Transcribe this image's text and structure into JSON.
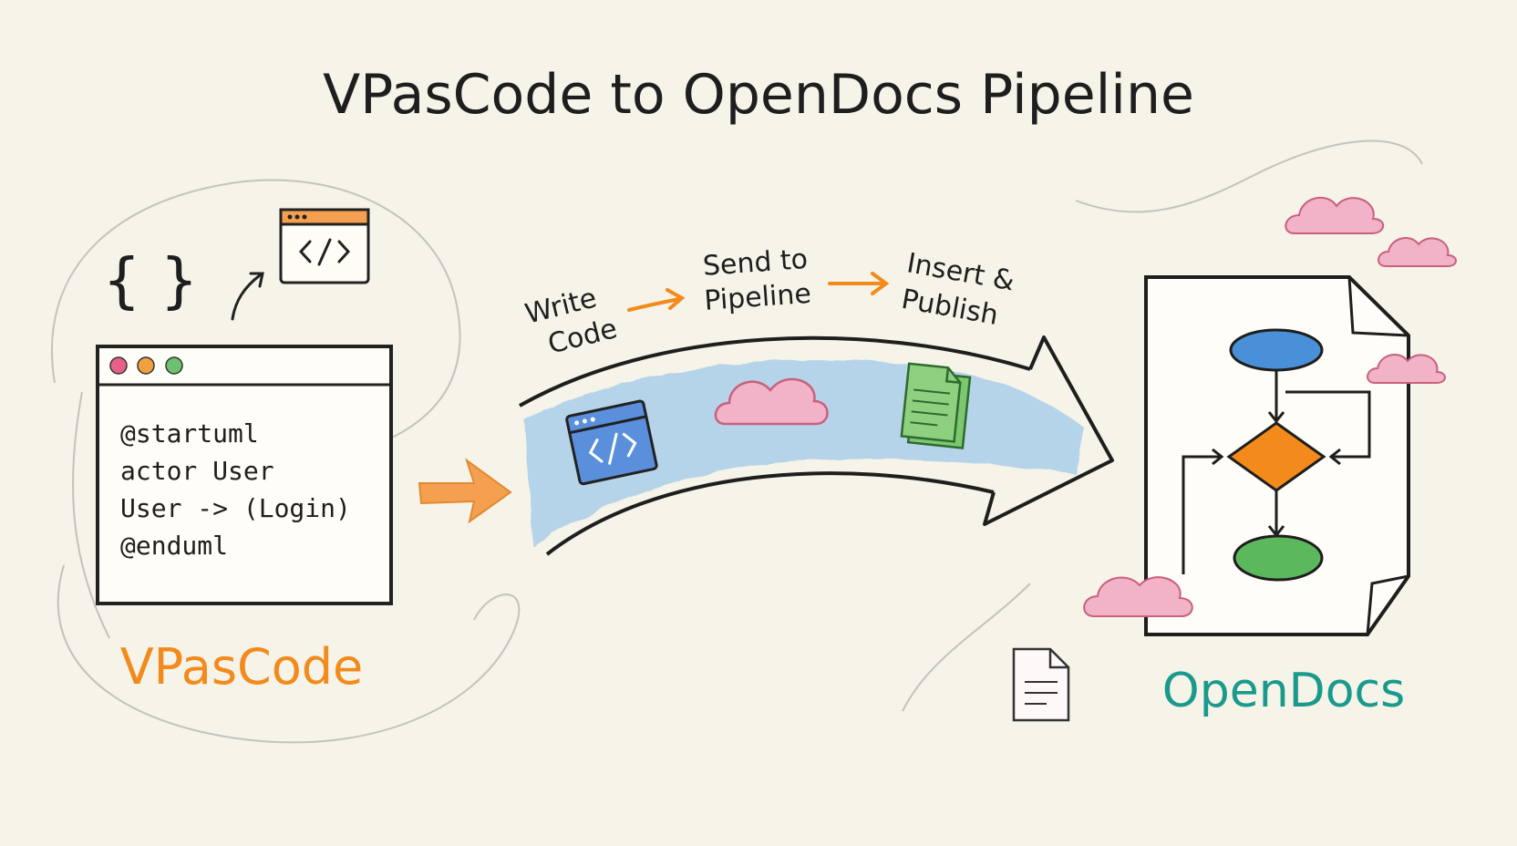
{
  "title": "VPasCode to OpenDocs Pipeline",
  "left": {
    "label": "VPasCode",
    "label_color": "#f28a1c",
    "braces_glyph": "{ }",
    "code_lines": [
      "@startuml",
      "actor User",
      "User -> (Login)",
      "@enduml"
    ],
    "window_dots": [
      "#e8608a",
      "#f0a040",
      "#6cc070"
    ],
    "mini_window_icon": "code-window-icon"
  },
  "pipeline": {
    "steps": [
      {
        "line1": "Write",
        "line2": "Code"
      },
      {
        "line1": "Send to",
        "line2": "Pipeline"
      },
      {
        "line1": "Insert &",
        "line2": "Publish"
      }
    ],
    "icons": [
      "code-window-icon",
      "cloud-icon",
      "documents-icon"
    ],
    "accent": "#f28a1c",
    "band_color": "#9cc8ea"
  },
  "right": {
    "label": "OpenDocs",
    "label_color": "#1a9a8c",
    "flowchart_colors": {
      "start": "#4a90d9",
      "decision": "#f28a1c",
      "end": "#5cb85c"
    },
    "cloud_color": "#f2b2c8"
  }
}
